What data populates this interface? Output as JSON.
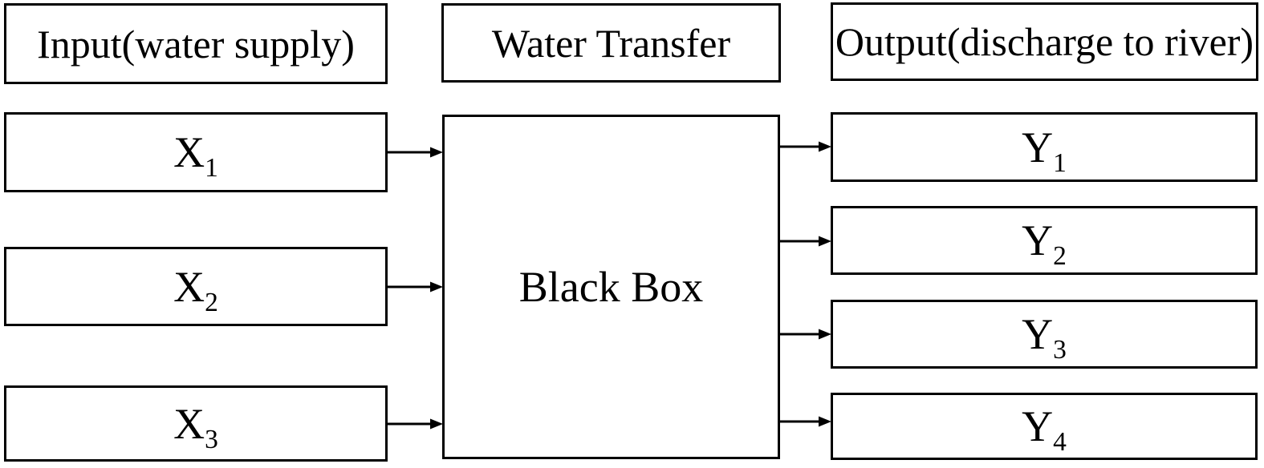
{
  "figure": {
    "input_column": {
      "header": "Input(water supply)",
      "nodes": [
        {
          "base": "X",
          "sub": "1"
        },
        {
          "base": "X",
          "sub": "2"
        },
        {
          "base": "X",
          "sub": "3"
        }
      ]
    },
    "transfer_column": {
      "header": "Water Transfer",
      "node": "Black Box"
    },
    "output_column": {
      "header": "Output(discharge to river)",
      "nodes": [
        {
          "base": "Y",
          "sub": "1"
        },
        {
          "base": "Y",
          "sub": "2"
        },
        {
          "base": "Y",
          "sub": "3"
        },
        {
          "base": "Y",
          "sub": "4"
        }
      ]
    },
    "colors": {
      "stroke": "#000000",
      "background": "#ffffff"
    }
  }
}
